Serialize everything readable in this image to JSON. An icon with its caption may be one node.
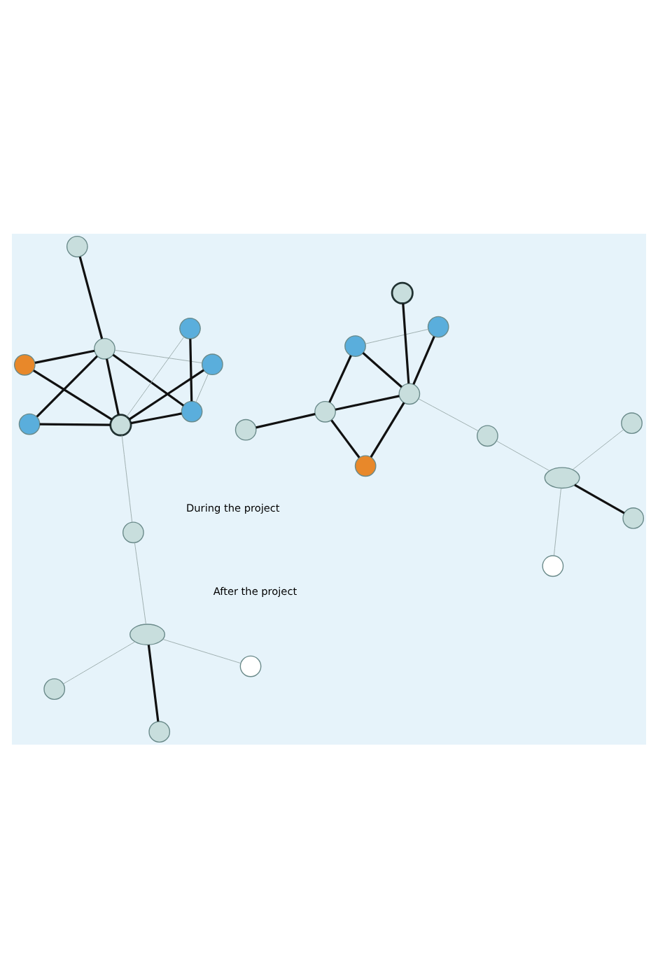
{
  "diagram": {
    "nodes": [
      {
        "text": [],
        "shape": "circle"
      },
      {
        "text": [],
        "shape": "circle"
      },
      {
        "text": [],
        "shape": "circle"
      },
      {
        "text": [],
        "shape": "circle"
      },
      {
        "text": [],
        "shape": "circle"
      },
      {
        "text": [],
        "shape": "circle"
      },
      {
        "text": [],
        "shape": "circle"
      },
      {
        "text": [],
        "shape": "circle"
      },
      {
        "text": [],
        "shape": "circle"
      },
      {
        "text": [],
        "shape": "ellipse"
      },
      {
        "text": [],
        "shape": "circle"
      },
      {
        "text": [],
        "shape": "circle"
      },
      {
        "text": [],
        "shape": "circle"
      },
      {
        "text": [],
        "shape": "circle"
      },
      {
        "text": [],
        "shape": "circle"
      },
      {
        "text": [],
        "shape": "circle"
      },
      {
        "text": [],
        "shape": "circle"
      },
      {
        "text": [],
        "shape": "circle"
      },
      {
        "text": [],
        "shape": "circle"
      },
      {
        "text": [],
        "shape": "circle"
      },
      {
        "text": [],
        "shape": "circle"
      },
      {
        "text": [],
        "shape": "circle"
      },
      {
        "text": [],
        "shape": "ellipse"
      },
      {
        "text": [],
        "shape": "circle"
      },
      {
        "text": [],
        "shape": "circle"
      }
    ],
    "edges": [
      {
        "from": 0,
        "to": 2,
        "arrow": "none"
      },
      {
        "from": 0,
        "to": 3,
        "arrow": "none"
      },
      {
        "from": 1,
        "to": 3,
        "arrow": "none"
      },
      {
        "from": 1,
        "to": 0,
        "arrow": "none",
        "color": "#9aaaaa"
      },
      {
        "from": 3,
        "to": 2,
        "arrow": "none"
      },
      {
        "from": 3,
        "to": 5,
        "arrow": "none"
      },
      {
        "from": 3,
        "to": 10,
        "arrow": "none"
      },
      {
        "from": 2,
        "to": 10,
        "arrow": "none"
      },
      {
        "from": 2,
        "to": 6,
        "arrow": "none"
      },
      {
        "from": 3,
        "to": 4,
        "arrow": "none",
        "color": "#9aaaaa"
      },
      {
        "from": 4,
        "to": 9,
        "arrow": "none",
        "color": "#9aaaaa"
      },
      {
        "from": 9,
        "to": 11,
        "arrow": "none",
        "color": "#9aaaaa"
      },
      {
        "from": 9,
        "to": 8,
        "arrow": "none"
      },
      {
        "from": 7,
        "to": 9,
        "arrow": "none",
        "color": "#9aaaaa"
      },
      {
        "from": 12,
        "to": 16,
        "arrow": "none"
      },
      {
        "from": 12,
        "to": 17,
        "arrow": "none"
      },
      {
        "from": 13,
        "to": 17,
        "arrow": "none"
      },
      {
        "from": 13,
        "to": 14,
        "arrow": "none",
        "color": "#9aaaaa"
      },
      {
        "from": 14,
        "to": 15,
        "arrow": "none"
      },
      {
        "from": 14,
        "to": 16,
        "arrow": "none"
      },
      {
        "from": 14,
        "to": 17,
        "arrow": "none"
      },
      {
        "from": 15,
        "to": 17,
        "arrow": "none",
        "color": "#9aaaaa"
      },
      {
        "from": 13,
        "to": 16,
        "arrow": "none",
        "color": "#9aaaaa"
      },
      {
        "from": 17,
        "to": 16,
        "arrow": "none"
      },
      {
        "from": 17,
        "to": 23,
        "arrow": "none"
      },
      {
        "from": 16,
        "to": 23,
        "arrow": "none"
      },
      {
        "from": 16,
        "to": 19,
        "arrow": "none"
      },
      {
        "from": 17,
        "to": 18,
        "arrow": "none",
        "color": "#9aaaaa"
      },
      {
        "from": 18,
        "to": 22,
        "arrow": "none",
        "color": "#9aaaaa"
      },
      {
        "from": 22,
        "to": 24,
        "arrow": "none",
        "color": "#9aaaaa"
      },
      {
        "from": 22,
        "to": 21,
        "arrow": "none"
      },
      {
        "from": 20,
        "to": 22,
        "arrow": "none",
        "color": "#9aaaaa"
      }
    ],
    "labels": [
      "After the project",
      "During the project"
    ]
  }
}
